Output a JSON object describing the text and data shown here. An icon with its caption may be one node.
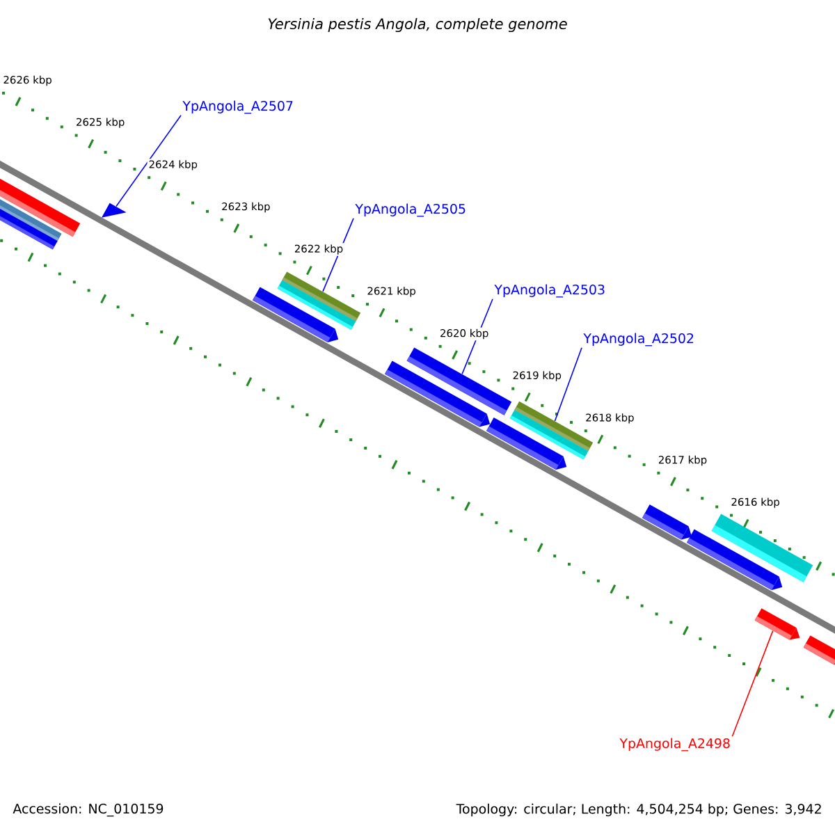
{
  "diagram": {
    "title": "Yersinia pestis Angola, complete genome",
    "nodes": [
      {
        "text": [
          "YpAngola_A2507"
        ]
      },
      {
        "text": [
          "YpAngola_A2505"
        ]
      },
      {
        "text": [
          "YpAngola_A2503"
        ]
      },
      {
        "text": [
          "YpAngola_A2502"
        ]
      },
      {
        "text": [
          "YpAngola_A2498"
        ]
      },
      {
        "text": [],
        "shape": "bar"
      },
      {
        "text": [],
        "shape": "bar"
      },
      {
        "text": [],
        "shape": "bar"
      },
      {
        "text": [],
        "shape": "bar"
      },
      {
        "text": [],
        "shape": "bar"
      },
      {
        "text": [],
        "shape": "bar"
      },
      {
        "text": [],
        "shape": "bar"
      },
      {
        "text": [],
        "shape": "bar"
      },
      {
        "text": [],
        "shape": "bar"
      },
      {
        "text": [],
        "shape": "bar"
      },
      {
        "text": [],
        "shape": "bar"
      },
      {
        "text": [],
        "shape": "bar"
      },
      {
        "text": [],
        "shape": "bar"
      },
      {
        "text": [],
        "shape": "bar"
      }
    ],
    "edges": [
      {
        "from": 0,
        "to": 7,
        "arrow": "none"
      },
      {
        "from": 1,
        "to": 9,
        "arrow": "none"
      },
      {
        "from": 2,
        "to": 11,
        "arrow": "none"
      },
      {
        "from": 3,
        "to": 13,
        "arrow": "none"
      },
      {
        "from": 4,
        "to": 17,
        "arrow": "none",
        "color": "#ff0000"
      }
    ],
    "labels": [
      "2626 kbp",
      "2625 kbp",
      "2624 kbp",
      "2623 kbp",
      "2622 kbp",
      "2621 kbp",
      "2620 kbp",
      "2619 kbp",
      "2618 kbp",
      "2617 kbp",
      "2616 kbp",
      "Accession: NC_010159",
      "Topology: circular; Length: 4,504,254 bp; Genes: 3,942"
    ]
  }
}
